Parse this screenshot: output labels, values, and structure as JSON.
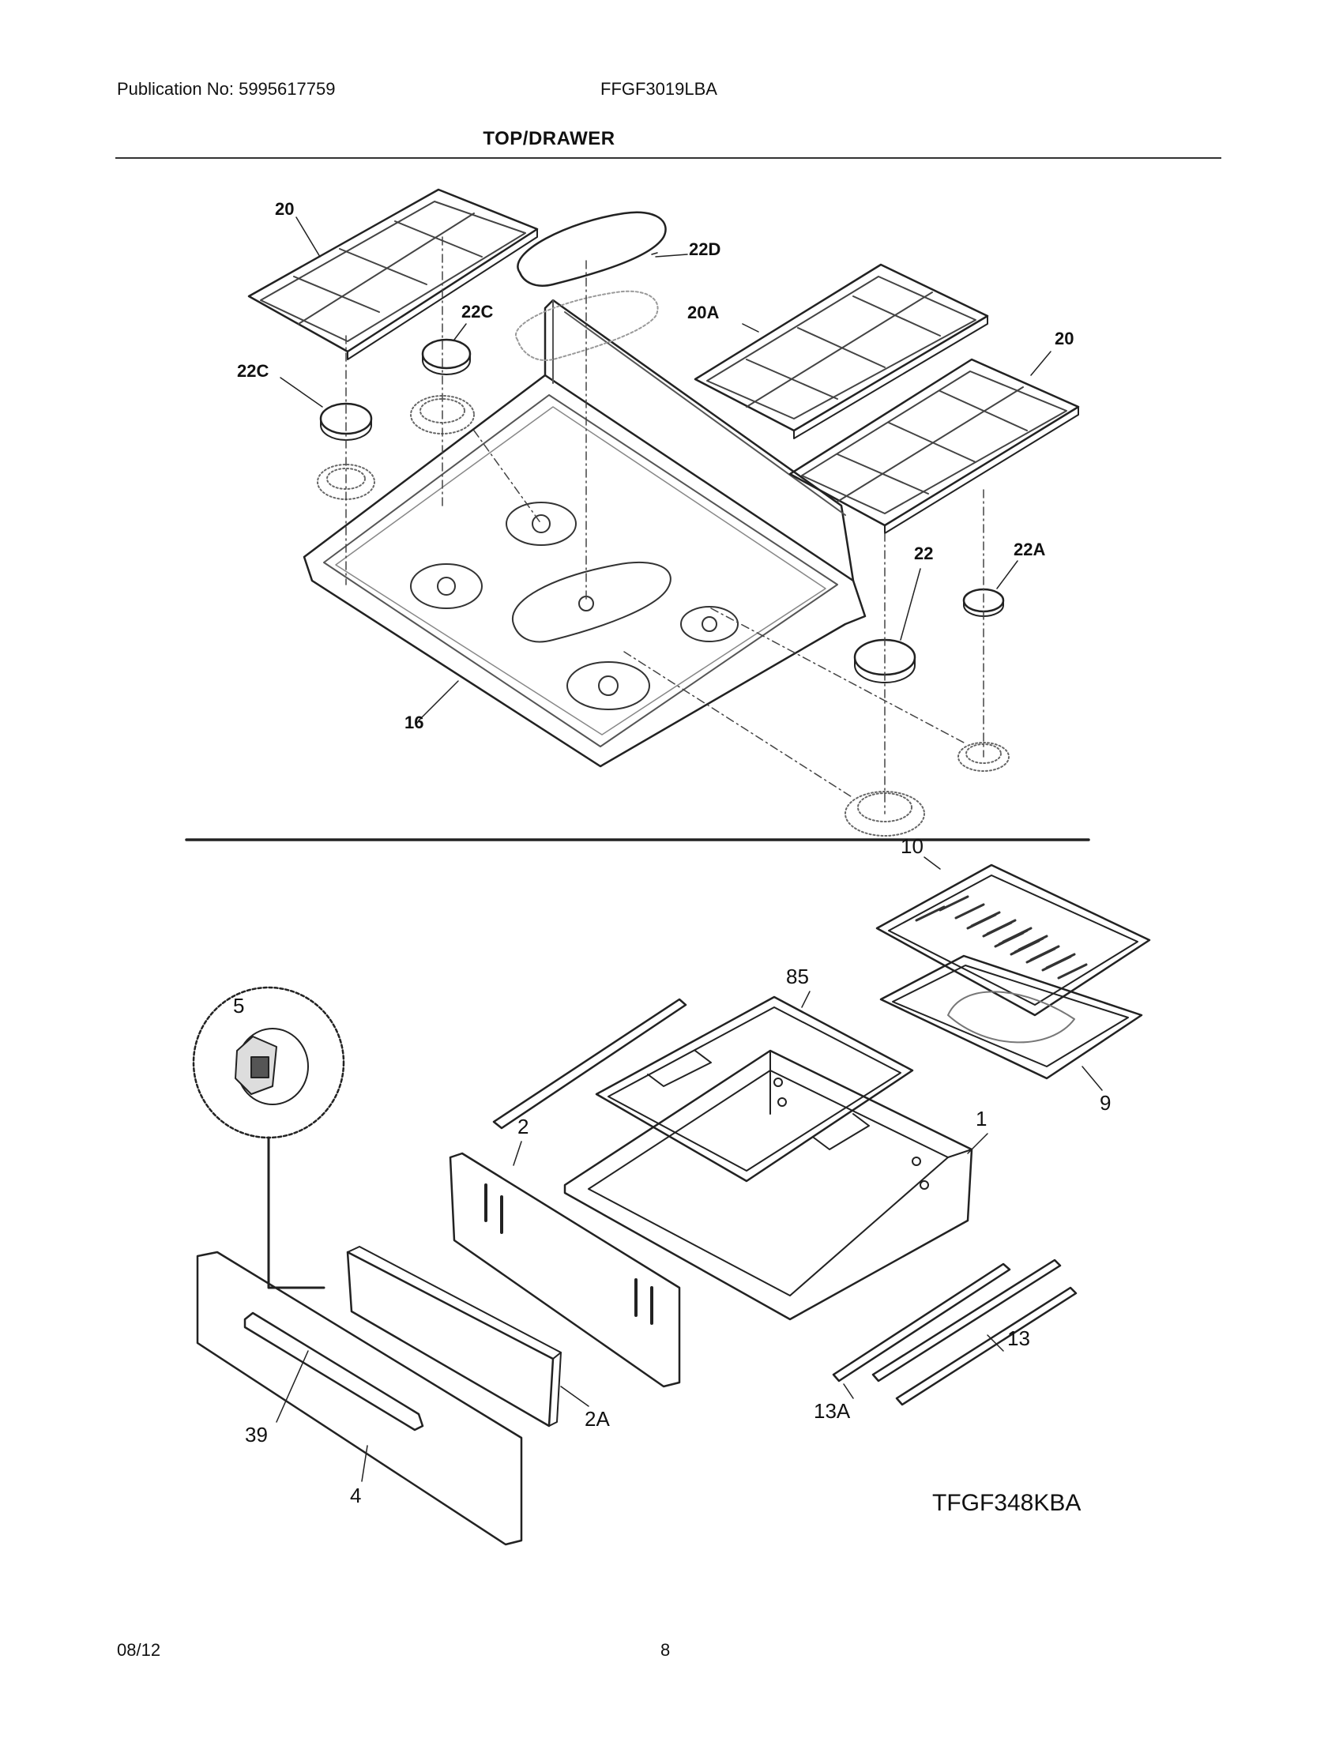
{
  "header": {
    "publication": "Publication No: 5995617759",
    "model": "FFGF3019LBA",
    "section_title": "TOP/DRAWER"
  },
  "top_labels": {
    "grate_left": "20",
    "grate_right": "20",
    "grate_center": "20A",
    "cap_oval": "22D",
    "cap_small_upper": "22C",
    "cap_small_lower": "22C",
    "cap_large": "22",
    "cap_medium": "22A",
    "cooktop": "16"
  },
  "drawer_labels": {
    "knob_detail": "5",
    "broiler_grid": "10",
    "rack": "85",
    "broiler_pan": "9",
    "drawer_back": "2",
    "drawer_body": "1",
    "drawer_liner": "2A",
    "slide_right": "13",
    "slide_left": "13A",
    "handle": "39",
    "drawer_front": "4"
  },
  "diagram_code": "TFGF348KBA",
  "footer": {
    "date": "08/12",
    "page": "8"
  }
}
